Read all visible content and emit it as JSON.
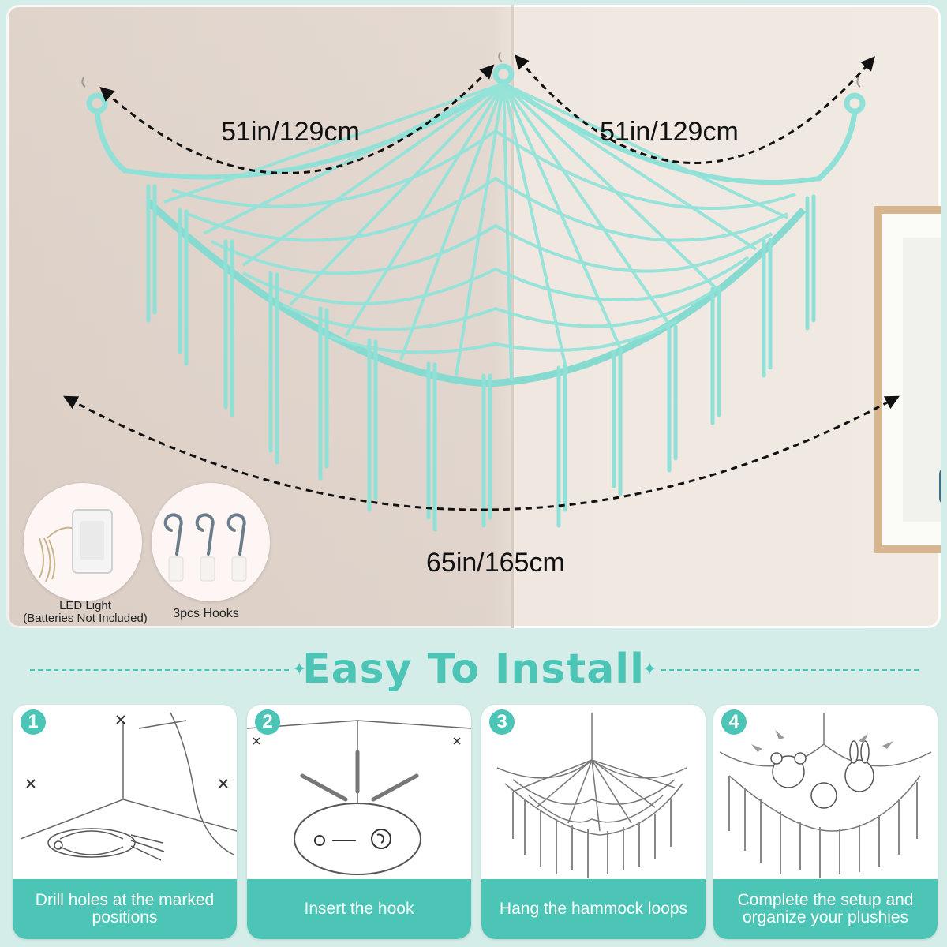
{
  "dimensions": {
    "left_span": "51in/129cm",
    "right_span": "51in/129cm",
    "bottom_span": "65in/165cm"
  },
  "accessories": {
    "led_label_line1": "LED Light",
    "led_label_line2": "(Batteries Not Included)",
    "hooks_label": "3pcs Hooks"
  },
  "install": {
    "title": "Easy To Install",
    "steps": [
      {
        "number": "1",
        "caption": "Drill holes at the marked positions"
      },
      {
        "number": "2",
        "caption": "Insert the hook"
      },
      {
        "number": "3",
        "caption": "Hang the hammock loops"
      },
      {
        "number": "4",
        "caption": "Complete the setup and organize your plushies"
      }
    ]
  },
  "colors": {
    "accent": "#4cc5b6",
    "net": "#8fe1d7",
    "background": "#d4ede9"
  }
}
